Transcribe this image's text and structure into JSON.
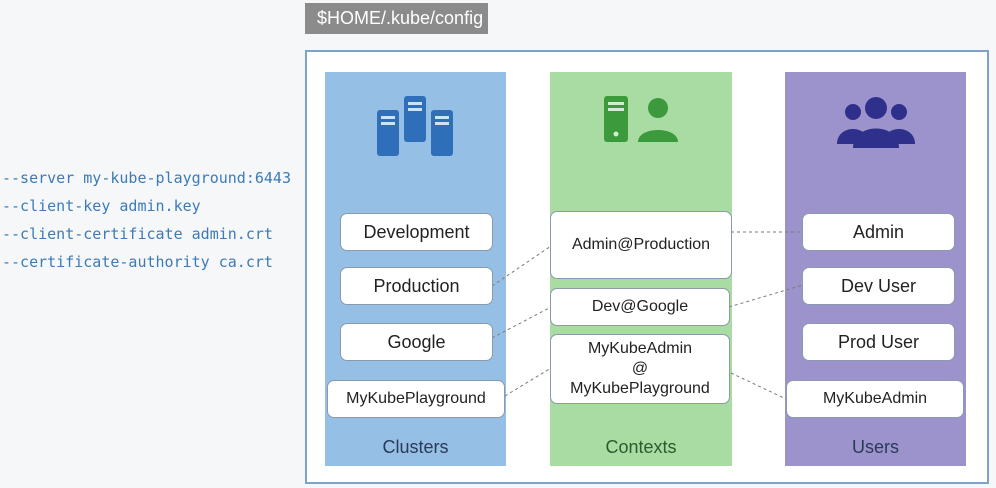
{
  "file_tab": "$HOME/.kube/config",
  "commands": [
    "--server my-kube-playground:6443",
    "--client-key admin.key",
    "--client-certificate admin.crt",
    "--certificate-authority ca.crt"
  ],
  "clusters": {
    "title": "Clusters",
    "icon": "server-cluster-icon",
    "items": [
      "Development",
      "Production",
      "Google",
      "MyKubePlayground"
    ]
  },
  "contexts": {
    "title": "Contexts",
    "icon": "server-user-icon",
    "items": [
      "Admin@Production",
      "Dev@Google",
      "MyKubeAdmin",
      "@",
      "MyKubePlayground"
    ]
  },
  "users": {
    "title": "Users",
    "icon": "users-group-icon",
    "items": [
      "Admin",
      "Dev User",
      "Prod User",
      "MyKubeAdmin"
    ]
  },
  "colors": {
    "clusters_bg": "#96bfe5",
    "contexts_bg": "#a8dca3",
    "users_bg": "#9d93cc",
    "command_text": "#3d7ab8"
  }
}
